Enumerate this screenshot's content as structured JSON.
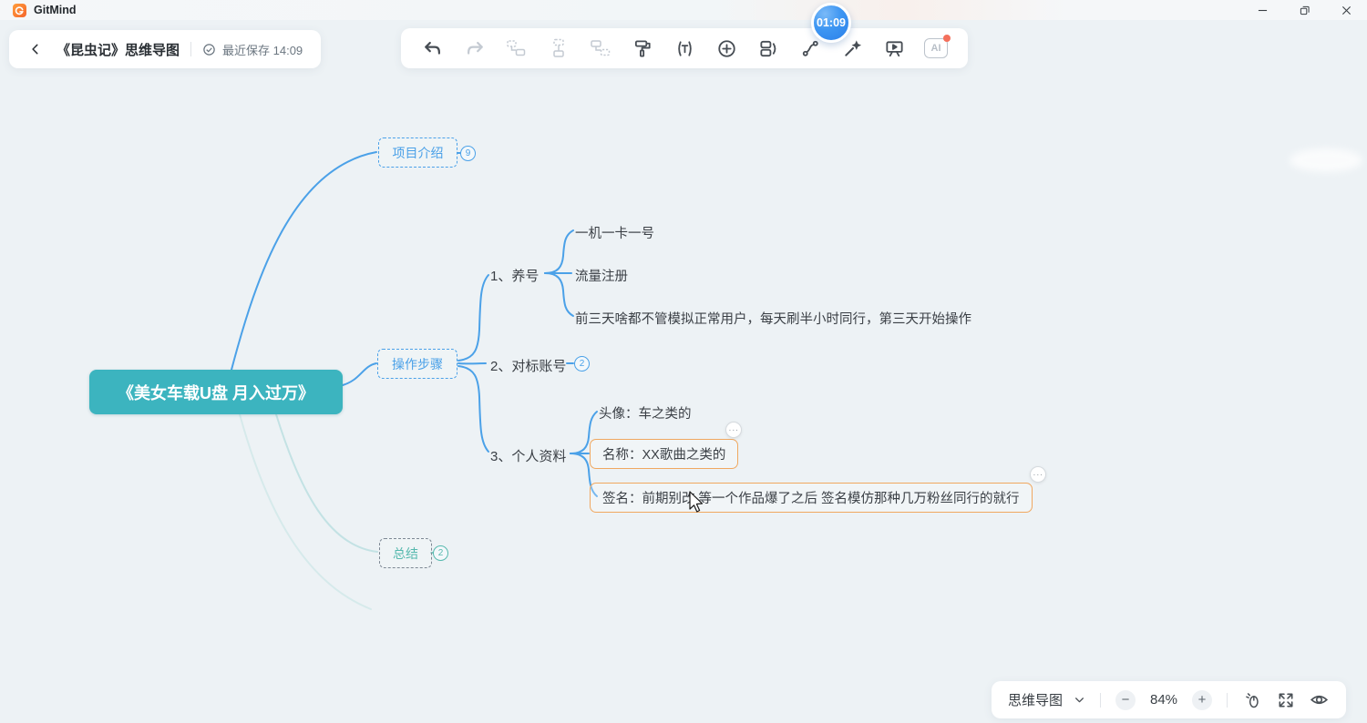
{
  "window": {
    "app_name": "GitMind",
    "controls": [
      "minimize-icon",
      "restore-icon",
      "close-icon"
    ]
  },
  "header": {
    "doc_title": "《昆虫记》思维导图",
    "save_status": "最近保存 14:09",
    "timer": "01:09"
  },
  "toolbar": {
    "icons": [
      "undo-icon",
      "redo-icon",
      "insert-sibling-node-icon",
      "insert-child-node-icon",
      "insert-parent-node-icon",
      "format-painter-icon",
      "text-box-icon",
      "insert-topic-icon",
      "summary-icon",
      "relation-line-icon",
      "magic-wand-icon",
      "present-icon",
      "ai-icon"
    ],
    "ai_label": "AI"
  },
  "bottom_bar": {
    "mode_label": "思维导图",
    "zoom_out": "−",
    "zoom_level": "84%",
    "zoom_in": "+",
    "icons": [
      "mouse-mode-icon",
      "fullscreen-icon",
      "eye-icon"
    ]
  },
  "icons": {
    "more_options_glyph": "···"
  },
  "mindmap": {
    "root": "《美女车载U盘 月入过万》",
    "intro": {
      "text": "项目介绍",
      "badge": "9"
    },
    "steps": {
      "text": "操作步骤"
    },
    "summary": {
      "text": "总结",
      "badge": "2"
    },
    "step1": {
      "text": "1、养号",
      "children": [
        "一机一卡一号",
        "流量注册",
        "前三天啥都不管模拟正常用户，每天刷半小时同行，第三天开始操作"
      ]
    },
    "step2": {
      "text": "2、对标账号",
      "badge": "2"
    },
    "step3": {
      "text": "3、个人资料",
      "children": [
        "头像：车之类的",
        "名称：XX歌曲之类的",
        "签名：前期别改 等一个作品爆了之后 签名模仿那种几万粉丝同行的就行"
      ]
    }
  },
  "colors": {
    "accent_blue": "#4ba1e8",
    "root_teal": "#3cb4bf",
    "orange_border": "#f0a860",
    "faint_teal": "#c3e2e4",
    "timer_blue": "#2e86ee"
  }
}
